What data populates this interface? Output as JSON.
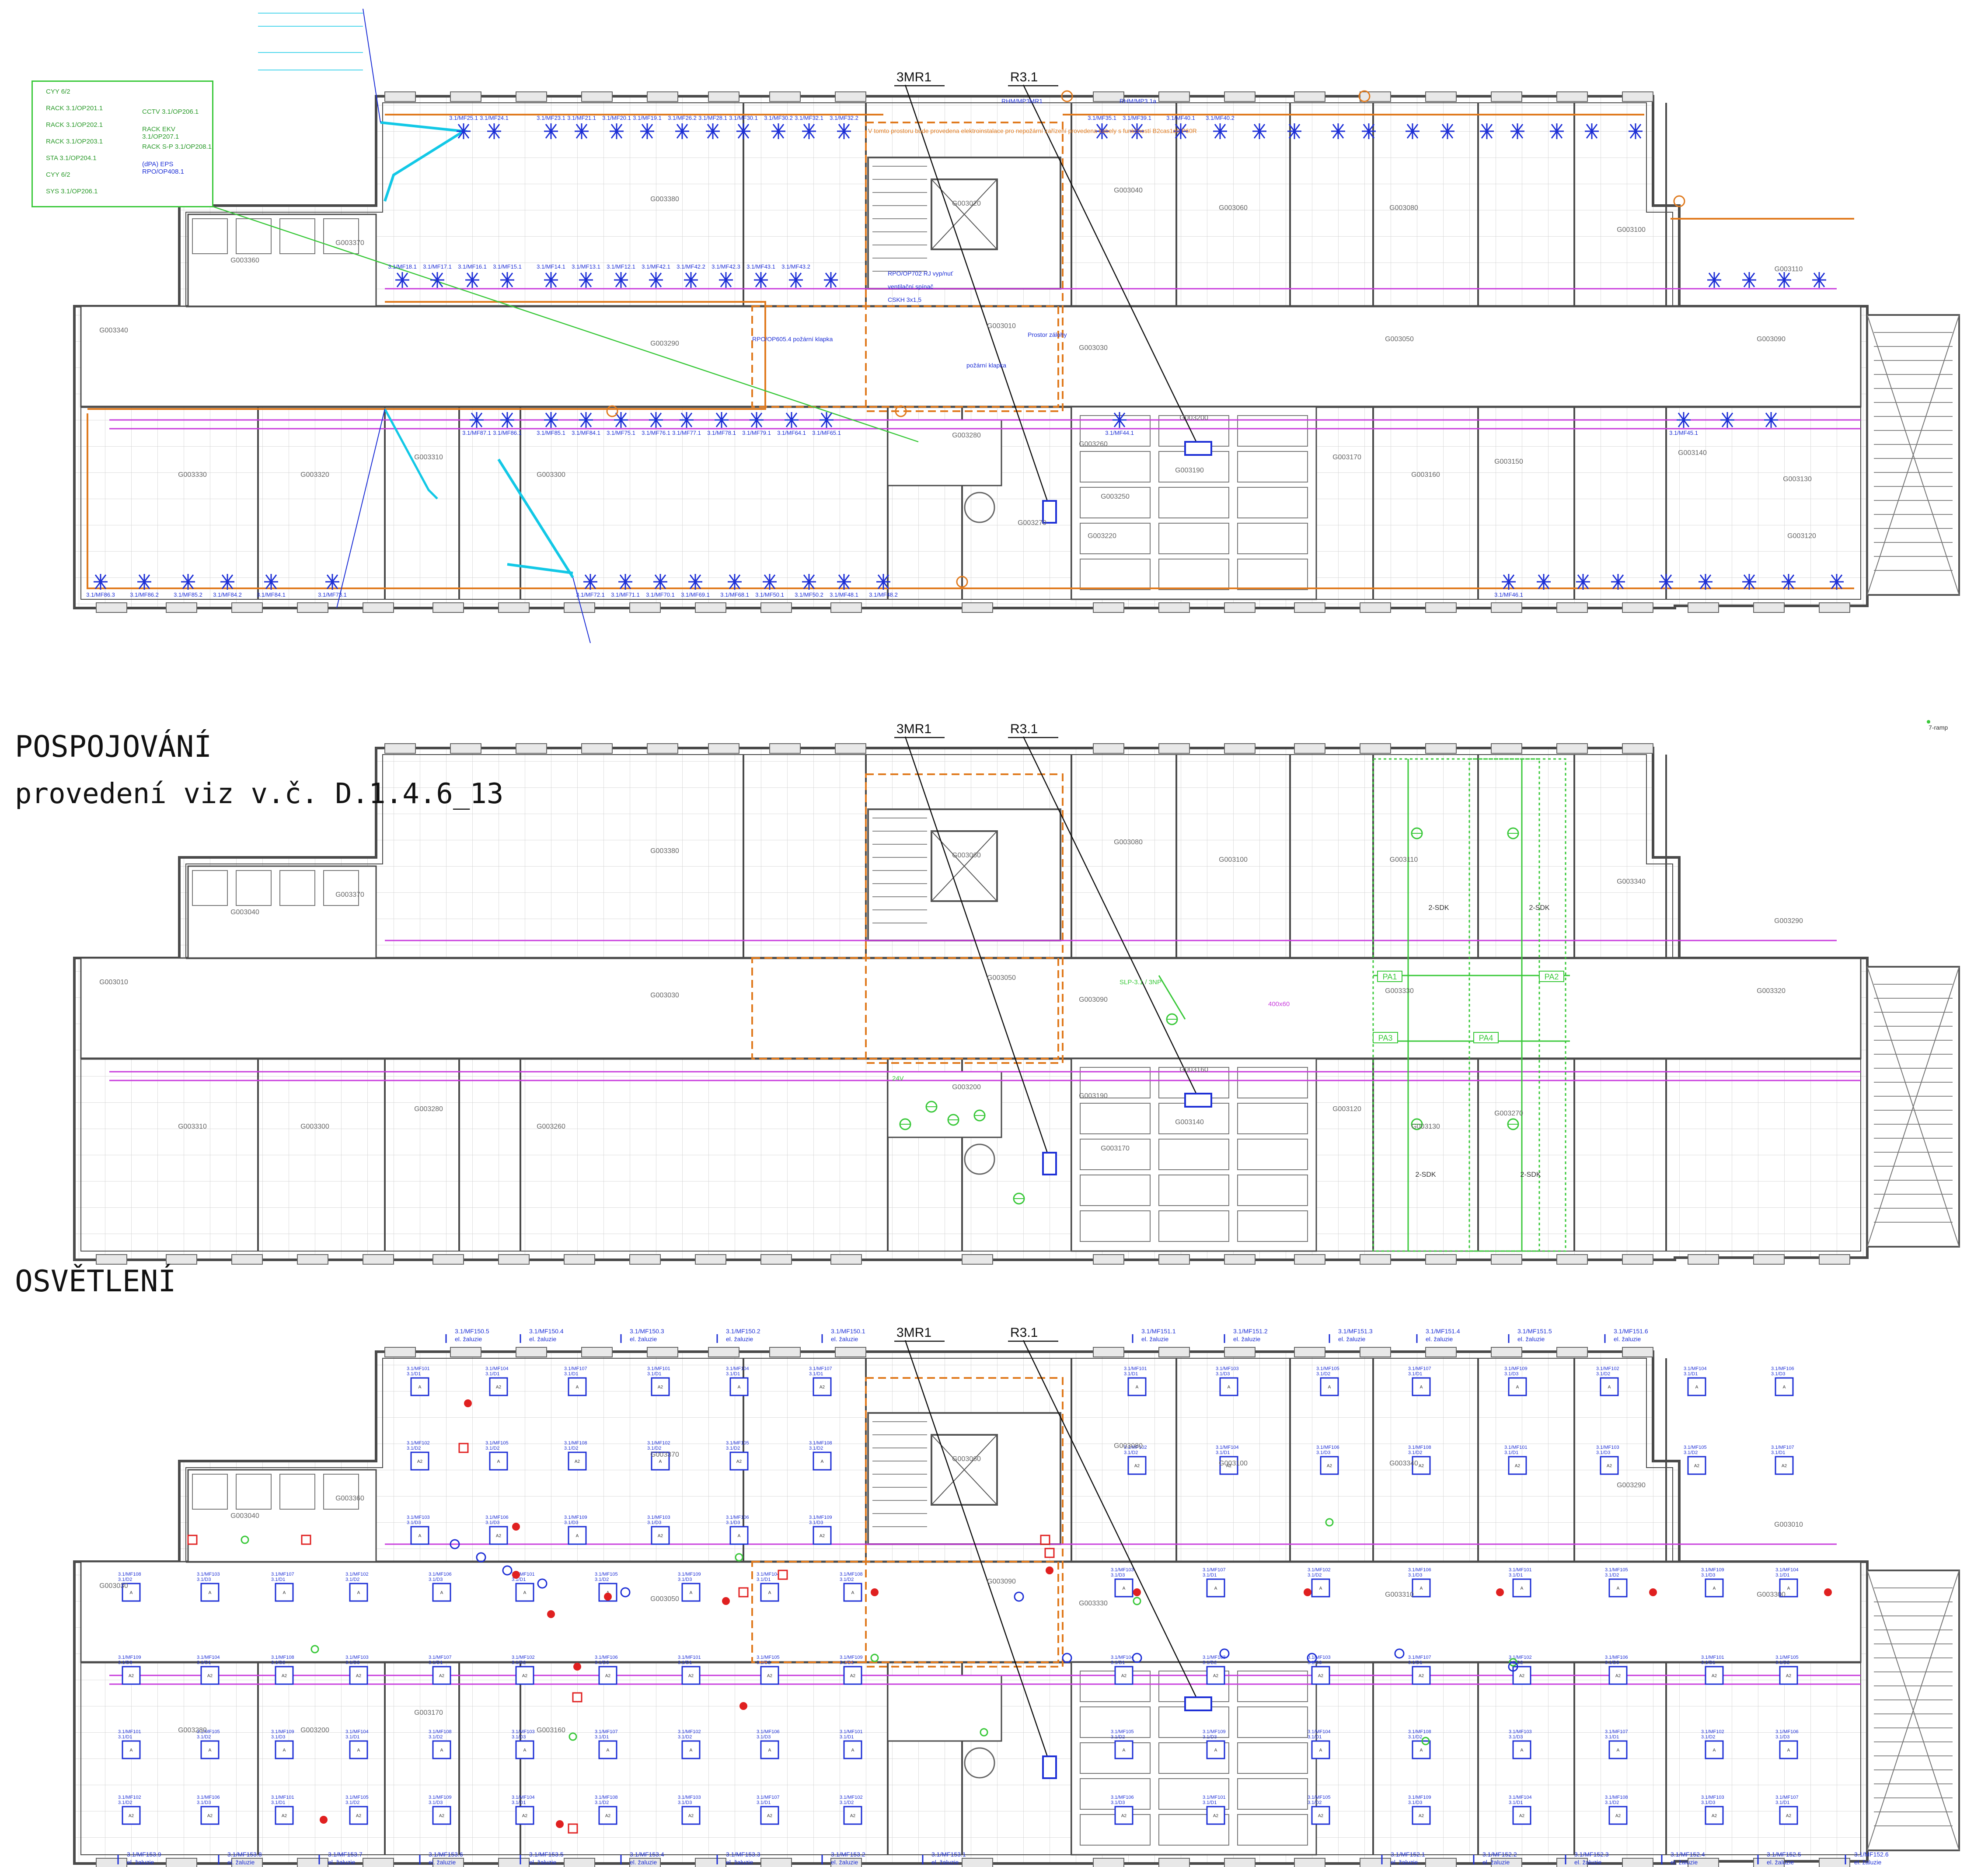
{
  "sections": {
    "pospojovani_title": "POSPOJOVÁNÍ",
    "pospojovani_ref": "provedení viz v.č. D.1.4.6_13",
    "osvetleni_title": "OSVĚTLENÍ"
  },
  "markers": {
    "mr1": "3MR1",
    "r31": "R3.1",
    "rhm1": "RHM/MP3MR1",
    "rhm2": "RHM/MP3.1a",
    "ramp": "7-ramp"
  },
  "legend": {
    "items_left": [
      "CYY 6/2",
      "RACK 3.1/OP201.1",
      "RACK 3.1/OP202.1",
      "RACK 3.1/OP203.1",
      "STA 3.1/OP204.1",
      "CYY 6/2",
      "SYS 3.1/OP206.1"
    ],
    "items_right": [
      "CCTV 3.1/OP206.1",
      "RACK EKV 3.1/OP207.1",
      "RACK S-P 3.1/OP208.1",
      "(dPA) EPS RPO/OP408.1"
    ]
  },
  "rooms": {
    "top": [
      "G003380",
      "G003370",
      "G003360",
      "G003020",
      "G003040",
      "G003060",
      "G003080",
      "G003100",
      "G003110",
      "G003340",
      "G003290",
      "G003010",
      "G003030",
      "G003050",
      "G003090",
      "G003330",
      "G003320",
      "G003310",
      "G003300",
      "G003280",
      "G003260",
      "G003250",
      "G003200",
      "G003190",
      "G003170",
      "G003160",
      "G003150",
      "G003140",
      "G003130",
      "G003120",
      "G003270",
      "G003220"
    ],
    "middle": [
      "G003380",
      "G003370",
      "G003040",
      "G003060",
      "G003080",
      "G003100",
      "G003110",
      "G003340",
      "G003290",
      "G003010",
      "G003030",
      "G003050",
      "G003090",
      "G003330",
      "G003320",
      "G003310",
      "G003300",
      "G003280",
      "G003260",
      "G003200",
      "G003190",
      "G003170",
      "G003160",
      "G003140",
      "G003120",
      "G003130",
      "G003270"
    ],
    "bottom": [
      "G003370",
      "G003360",
      "G003040",
      "G003060",
      "G003080",
      "G003100",
      "G003340",
      "G003290",
      "G003010",
      "G003030",
      "G003050",
      "G003090",
      "G003330",
      "G003310",
      "G003300",
      "G003280",
      "G003200",
      "G003170",
      "G003160"
    ]
  },
  "top_plan": {
    "outlet_labels_row1": [
      "3.1/MF25.1",
      "3.1/MF24.1",
      "3.1/MF23.1",
      "3.1/MF21.1",
      "3.1/MF20.1",
      "3.1/MF19.1",
      "3.1/MF26.2",
      "3.1/MF28.1",
      "3.1/MF30.1",
      "3.1/MF30.2",
      "3.1/MF32.1",
      "3.1/MF32.2",
      "3.1/MF35.1",
      "3.1/MF39.1",
      "3.1/MF40.1",
      "3.1/MF40.2"
    ],
    "outlet_labels_row2": [
      "3.1/MF18.1",
      "3.1/MF17.1",
      "3.1/MF16.1",
      "3.1/MF15.1",
      "3.1/MF14.1",
      "3.1/MF13.1",
      "3.1/MF12.1",
      "3.1/MF42.1",
      "3.1/MF42.2",
      "3.1/MF42.3",
      "3.1/MF43.1",
      "3.1/MF43.2"
    ],
    "outlet_labels_row3": [
      "3.1/MF87.1",
      "3.1/MF86.1",
      "3.1/MF85.1",
      "3.1/MF84.1",
      "3.1/MF75.1",
      "3.1/MF76.1",
      "3.1/MF77.1",
      "3.1/MF78.1",
      "3.1/MF79.1",
      "3.1/MF64.1",
      "3.1/MF65.1",
      "3.1/MF44.1",
      "3.1/MF45.1"
    ],
    "outlet_labels_row4": [
      "3.1/MF86.3",
      "3.1/MF86.2",
      "3.1/MF85.2",
      "3.1/MF84.2",
      "3.1/MF84.1",
      "3.1/MF73.1",
      "3.1/MF72.1",
      "3.1/MF71.1",
      "3.1/MF70.1",
      "3.1/MF69.1",
      "3.1/MF68.1",
      "3.1/MF50.1",
      "3.1/MF50.2",
      "3.1/MF48.1",
      "3.1/MF48.2",
      "3.1/MF46.1"
    ],
    "notes": [
      "RPO/OP702 RJ vyp/nuť",
      "ventilační spínač",
      "CSKH 3x1,5",
      "RPO/OP605.4 požární klapka",
      "požární klapka",
      "Prostor zálohy"
    ],
    "orange_note": "V tomto prostoru bude provedena elektroinstalace pro nepožární zařízení provedena kabely s funkčností B2cas1d0 P60R"
  },
  "middle_plan": {
    "pa_labels": [
      "PA1",
      "PA2",
      "PA3",
      "PA4"
    ],
    "sdk_labels": [
      "2-SDK",
      "2-SDK",
      "2-SDK",
      "2-SDK"
    ],
    "misc": [
      "SLP-3.1 / 3NP",
      "24V",
      "400x60"
    ]
  },
  "bottom_plan": {
    "blinds_top": [
      "3.1/MF150.5",
      "3.1/MF150.4",
      "3.1/MF150.3",
      "3.1/MF150.2",
      "3.1/MF150.1",
      "3.1/MF151.1",
      "3.1/MF151.2",
      "3.1/MF151.3",
      "3.1/MF151.4",
      "3.1/MF151.5",
      "3.1/MF151.6"
    ],
    "blinds_bottom": [
      "3.1/MF153.9",
      "3.1/MF153.8",
      "3.1/MF153.7",
      "3.1/MF153.6",
      "3.1/MF153.5",
      "3.1/MF153.4",
      "3.1/MF153.3",
      "3.1/MF153.2",
      "3.1/MF153.1",
      "3.1/MF152.1",
      "3.1/MF152.2",
      "3.1/MF152.3",
      "3.1/MF152.4",
      "3.1/MF152.5",
      "3.1/MF152.6"
    ],
    "blind_suffix": "el. žaluzie",
    "fixture_codes": [
      "3.1/MF101",
      "3.1/MF102",
      "3.1/MF103",
      "3.1/MF104",
      "3.1/MF105",
      "3.1/MF106",
      "3.1/MF107",
      "3.1/MF108",
      "3.1/MF109"
    ],
    "circuit_codes": [
      "3.1/D1",
      "3.1/D2",
      "3.1/D3"
    ],
    "luminaire_letters": [
      "A",
      "A2"
    ]
  },
  "colors": {
    "wall": "#4a4a4a",
    "grid": "#c8c8c8",
    "outlet": "#1d2fd6",
    "cyan": "#12c8e6",
    "magenta": "#c83cdc",
    "orange": "#e07a1e",
    "green": "#39c839",
    "red": "#e02020",
    "stair": "#555555"
  }
}
